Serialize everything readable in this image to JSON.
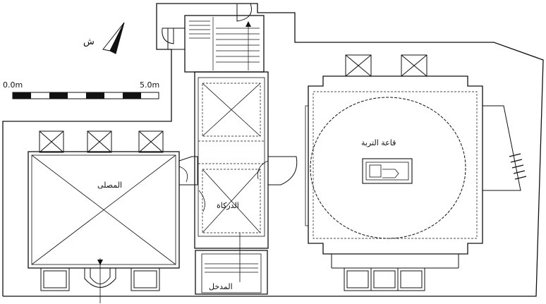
{
  "labels": {
    "north": "ش",
    "scale_start": "0.0m",
    "scale_end": "5.0m",
    "tomb_hall": "قاعة التربة",
    "prayer_hall": "المصلى",
    "corridor": "الدركاة",
    "entrance": "المدخل"
  },
  "colors": {
    "line": "#111111",
    "background": "#ffffff"
  }
}
